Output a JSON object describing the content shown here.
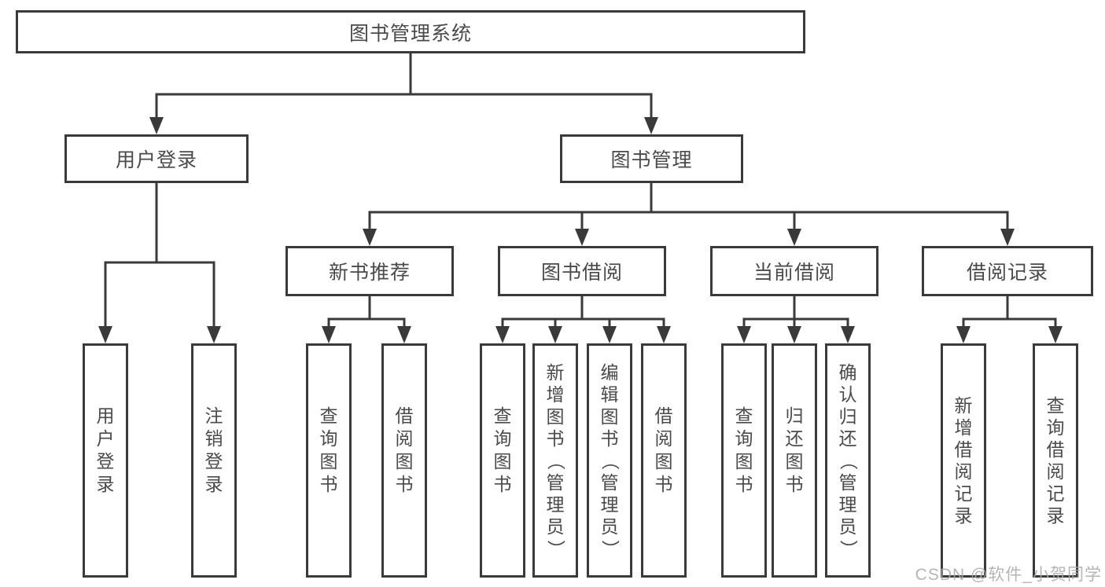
{
  "diagram": {
    "root_label": "图书管理系统",
    "level2": [
      {
        "label": "用户登录"
      },
      {
        "label": "图书管理"
      }
    ],
    "level3": [
      {
        "label": "新书推荐"
      },
      {
        "label": "图书借阅"
      },
      {
        "label": "当前借阅"
      },
      {
        "label": "借阅记录"
      }
    ],
    "leaves": [
      {
        "label": "用户登录"
      },
      {
        "label": "注销登录"
      },
      {
        "label": "查询图书"
      },
      {
        "label": "借阅图书"
      },
      {
        "label": "查询图书"
      },
      {
        "label": "新增图书（管理员）"
      },
      {
        "label": "编辑图书（管理员）"
      },
      {
        "label": "借阅图书"
      },
      {
        "label": "查询图书"
      },
      {
        "label": "归还图书"
      },
      {
        "label": "确认归还（管理员）"
      },
      {
        "label": "新增借阅记录"
      },
      {
        "label": "查询借阅记录"
      }
    ]
  },
  "watermark": {
    "text": "CSDN @软件_小贺同学"
  },
  "colors": {
    "line": "#3a3a3a",
    "text": "#4a4a4a",
    "watermark": "#a9a9a9",
    "background": "#ffffff"
  }
}
